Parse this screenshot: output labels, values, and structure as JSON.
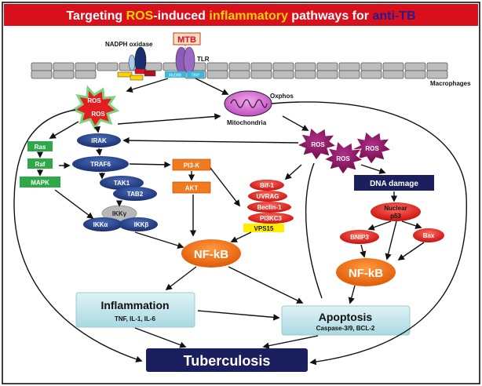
{
  "title": {
    "part1": "Targeting ",
    "ros": "ROS",
    "part2": "-induced ",
    "inflammatory": "inflammatory",
    "part3": " pathways for ",
    "antitb": "anti-TB"
  },
  "labels": {
    "nadph": "NADPH oxidase",
    "mtb": "MTB",
    "tlr": "TLR",
    "myd88": "MyD88",
    "trif": "TRIF",
    "macrophages": "Macrophages",
    "ros": "ROS",
    "oxphos": "Oxphos",
    "mitochondria": "Mitochondria",
    "ras": "Ras",
    "raf": "Raf",
    "mapk": "MAPK",
    "irak": "IRAK",
    "traf6": "TRAF6",
    "tak1": "TAK1",
    "tab2": "TAB2",
    "ikkg": "IKKγ",
    "ikka": "IKKα",
    "ikkb": "IKKβ",
    "pi3k": "PI3-K",
    "akt": "AKT",
    "bif1": "Bif-1",
    "uvrag": "UVRAG",
    "beclin1": "Beclin-1",
    "pi3kc3": "PI3KC3",
    "vps15": "VPS15",
    "dna_damage": "DNA damage",
    "nuclear": "Nuclear",
    "p53": "p53",
    "bnip3": "BNIP3",
    "bax": "Bax",
    "nfkb": "NF-kB",
    "inflammation": "Inflammation",
    "inflammation_sub": "TNF, IL-1, IL-6",
    "apoptosis": "Apoptosis",
    "apoptosis_sub": "Caspase-3/9, BCL-2",
    "tuberculosis": "Tuberculosis"
  },
  "colors": {
    "title_bg": "#d8101c",
    "title_text": "#ffffff",
    "title_ros": "#ffd200",
    "title_antitb": "#1a1a8c",
    "navy": "#1e3578",
    "green": "#2fa84a",
    "orange": "#f07a1e",
    "nfkb": "#f06a10",
    "red_oval": "#e41e1e",
    "purple_ros": "#7a0a52",
    "cyan_box": "#bfe6ec",
    "dark_box": "#1c1f5e",
    "yellow": "#ffee00"
  }
}
